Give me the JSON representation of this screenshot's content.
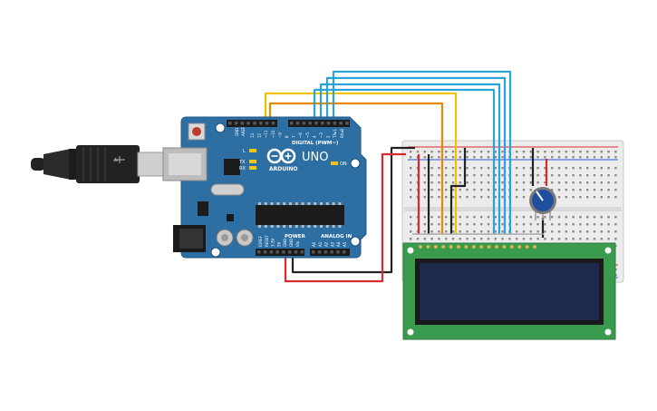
{
  "arduino": {
    "logo_text": "ARDUINO",
    "model_text": "UNO",
    "tx_label": "TX",
    "rx_label": "RX",
    "l_label": "L",
    "on_label": "ON",
    "digital_label": "DIGITAL (PWM~)",
    "power_label": "POWER",
    "analog_label": "ANALOG IN",
    "aref_label": "AREF",
    "gnd_label": "GND",
    "digital_pins": [
      "13",
      "12",
      "~11",
      "~10",
      "~9",
      "8",
      "7",
      "~6",
      "~5",
      "4",
      "~3",
      "2",
      "TX▸1",
      "RX◂0"
    ],
    "power_pins": [
      "IOREF",
      "RESET",
      "3.3V",
      "5V",
      "GND",
      "GND",
      "Vin"
    ],
    "analog_pins": [
      "A0",
      "A1",
      "A2",
      "A3",
      "A4",
      "A5"
    ]
  },
  "lcd": {
    "display_text": ""
  },
  "colors": {
    "board": "#2e6fa3",
    "wire_red": "#d62b2b",
    "wire_black": "#222222",
    "wire_yellow": "#f2c200",
    "wire_orange": "#e58a00",
    "wire_blue": "#2aa3d8",
    "lcd_pcb": "#3a9a4e",
    "lcd_screen": "#1d2a4d",
    "pot_knob": "#1f4fa0"
  },
  "icons": {
    "usb": "usb-cable-icon",
    "potentiometer": "potentiometer-icon"
  }
}
